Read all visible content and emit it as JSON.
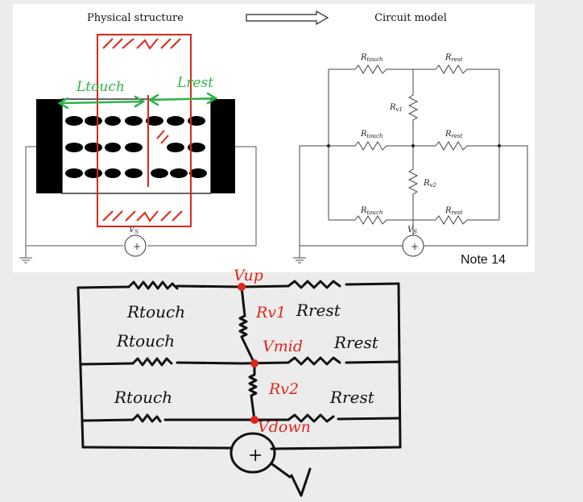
{
  "top_panel": {
    "physical_title": "Physical structure",
    "circuit_title": "Circuit model",
    "note": "Note 14",
    "circuit": {
      "r_touch": "R",
      "r_touch_sub": "touch",
      "r_rest": "R",
      "r_rest_sub": "rest",
      "r_v1": "R",
      "r_v1_sub": "v1",
      "r_v2": "R",
      "r_v2_sub": "v2",
      "vs": "V",
      "vs_sub": "S",
      "source_symbol": "+"
    },
    "physical": {
      "l_touch": "Ltouch",
      "l_rest": "Lrest",
      "vs": "V",
      "vs_sub": "S",
      "source_symbol": "+"
    }
  },
  "handwritten": {
    "row1_left": "Rtouch",
    "row1_right": "Rrest",
    "row2_left": "Rtouch",
    "row2_right": "Rrest",
    "row3_left": "Rtouch",
    "row3_right": "Rrest",
    "rv1": "Rv1",
    "rv2": "Rv2",
    "v_up": "Vup",
    "v_mid": "Vmid",
    "v_down": "Vdown",
    "source_symbol": "+",
    "v": "V"
  },
  "colors": {
    "ink": "#111111",
    "red": "#e0251b",
    "green": "#2db34a",
    "panel": "#ffffff",
    "background": "#ececec"
  }
}
